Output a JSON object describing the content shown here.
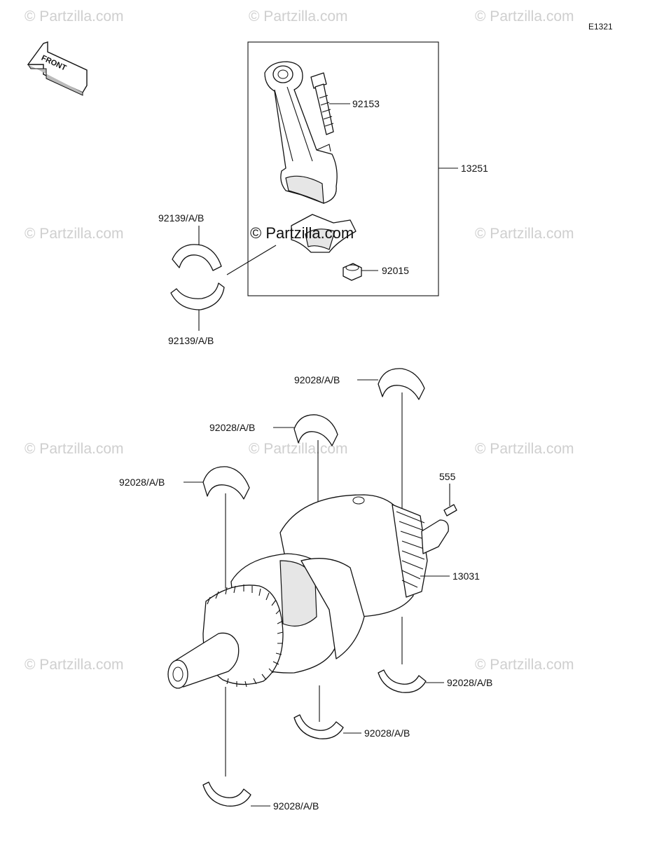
{
  "diagram_code": "E1321",
  "watermark_text": "© Partzilla.com",
  "center_watermark": "© Partzilla.com",
  "front_arrow_text": "FRONT",
  "labels": {
    "p92153": "92153",
    "p13251": "13251",
    "p92015": "92015",
    "p92139_top": "92139/A/B",
    "p92139_bottom": "92139/A/B",
    "p555": "555",
    "p13031": "13031",
    "p92028_a": "92028/A/B",
    "p92028_b": "92028/A/B",
    "p92028_c": "92028/A/B",
    "p92028_d": "92028/A/B",
    "p92028_e": "92028/A/B",
    "p92028_f": "92028/A/B"
  }
}
